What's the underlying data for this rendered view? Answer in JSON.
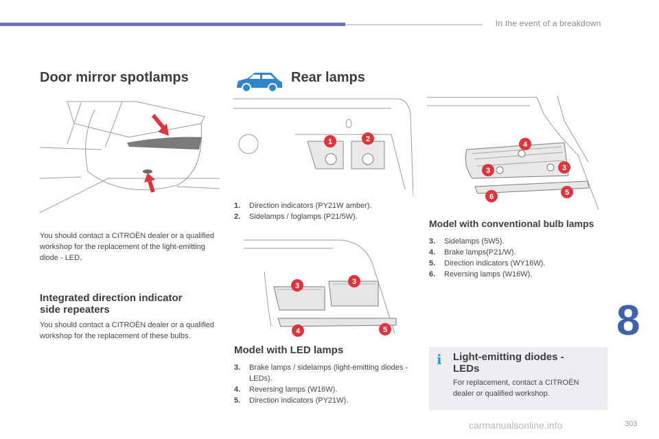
{
  "header": {
    "chapter_title": "In the event of a breakdown"
  },
  "door_mirror": {
    "title": "Door mirror spotlamps",
    "text": "You should contact a CITROËN dealer or a qualified workshop for the replacement of the light-emitting diode - LED."
  },
  "integrated": {
    "title_line1": "Integrated direction indicator",
    "title_line2": "side repeaters",
    "text": "You should contact a CITROËN dealer or a qualified workshop for the replacement of these bulbs."
  },
  "rear_lamps": {
    "title": "Rear lamps",
    "items": [
      {
        "num": "1.",
        "text": "Direction indicators (PY21W amber)."
      },
      {
        "num": "2.",
        "text": "Sidelamps / foglamps (P21/5W)."
      }
    ]
  },
  "led_model": {
    "title": "Model with LED lamps",
    "items": [
      {
        "num": "3.",
        "text": "Brake lamps / sidelamps (light-emitting diodes - LEDs)."
      },
      {
        "num": "4.",
        "text": "Reversing lamps (W16W)."
      },
      {
        "num": "5.",
        "text": "Direction indicators (PY21W)."
      }
    ]
  },
  "bulb_model": {
    "title": "Model with conventional bulb lamps",
    "items": [
      {
        "num": "3.",
        "text": "Sidelamps (5W5)."
      },
      {
        "num": "4.",
        "text": "Brake lamps(P21/W)."
      },
      {
        "num": "5.",
        "text": "Direction indicators (WY16W)."
      },
      {
        "num": "6.",
        "text": "Reversing lamps (W16W)."
      }
    ]
  },
  "info": {
    "icon": "i",
    "title_line1": "Light-emitting diodes -",
    "title_line2": "LEDs",
    "text": "For replacement, contact a CITROËN dealer or qualified workshop."
  },
  "callouts": {
    "rear": [
      "1",
      "2"
    ],
    "led": [
      "3",
      "3",
      "4",
      "5"
    ],
    "bulb": [
      "4",
      "3",
      "3",
      "6",
      "5"
    ]
  },
  "chapter_number": "8",
  "page_number": "303",
  "watermark": "carmanualsonline.info",
  "colors": {
    "accent": "#3d63a6",
    "callout": "#d9363e",
    "car_icon": "#2e86c8",
    "header_bar": "#6b74b8"
  }
}
